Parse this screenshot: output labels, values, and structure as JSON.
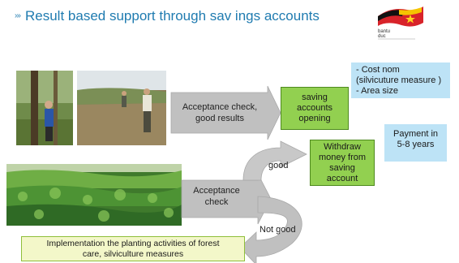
{
  "title": {
    "bullet": "›››",
    "text": "Result based support through sav ings accounts"
  },
  "logo": {
    "line1": "bantu",
    "line2": "duc"
  },
  "flow": {
    "acceptance_top": [
      "Acceptance check,",
      "good results"
    ],
    "saving_box": [
      "saving",
      "accounts",
      "opening"
    ],
    "cost_box": [
      "- Cost nom",
      "(silvicuture measure )",
      "- Area size"
    ],
    "payment_box": [
      "Payment in",
      "5-8 years"
    ],
    "good_label": "good",
    "withdraw_box": [
      "Withdraw",
      "money from",
      "saving",
      "account"
    ],
    "acceptance_bottom": [
      "Acceptance",
      "check"
    ],
    "not_good_label": "Not good",
    "implementation_box": [
      "Implementation the planting  activities of forest",
      "care, silviculture  measures"
    ]
  },
  "colors": {
    "title": "#1f7bb0",
    "green_box": "#92d050",
    "blue_box": "#bde3f6",
    "yellow_box": "#f3f7c9",
    "arrow_fill": "#c0c0c0"
  }
}
